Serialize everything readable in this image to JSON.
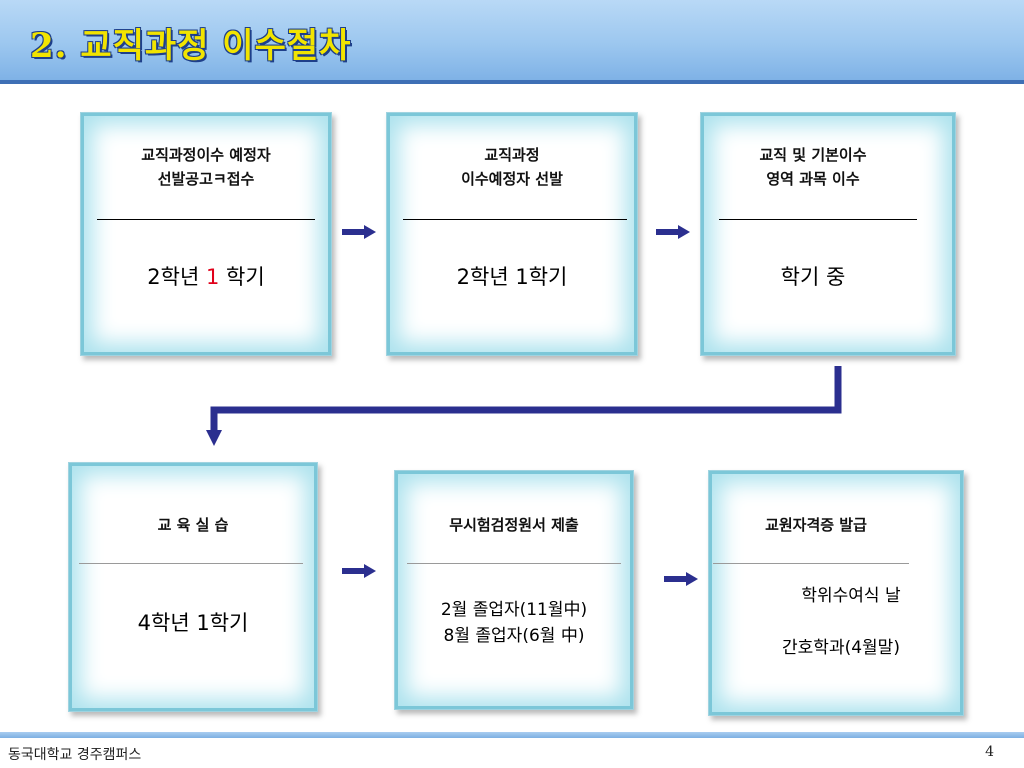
{
  "header": {
    "title": "2. 교직과정 이수절차"
  },
  "steps": [
    {
      "title_line1": "교직과정이수 예정자",
      "title_line2": "선발공고ㅋ접수",
      "body_pre": "2학년 ",
      "body_highlight": "1",
      "body_post": "학기",
      "highlight_color": "#e0001a"
    },
    {
      "title_line1": "교직과정",
      "title_line2": "이수예정자 선발",
      "body": "2학년  1학기"
    },
    {
      "title_line1": "교직 및 기본이수",
      "title_line2": "영역 과목 이수",
      "body": "학기  중"
    },
    {
      "title_line1": "교 육 실 습",
      "body": "4학년  1학기"
    },
    {
      "title_line1": "무시험검정원서 제출",
      "body_line1": "2월  졸업자(11월中)",
      "body_line2": "8월  졸업자(6월  中)"
    },
    {
      "title_line1": "교원자격증 발급",
      "body_line1": "학위수여식  날",
      "body_line2": "간호학과(4월말)"
    }
  ],
  "colors": {
    "arrow": "#2b2f8f",
    "title_text": "#f2e400",
    "title_outline": "#1e3f8a",
    "box_glow": "#aee3ee"
  },
  "footer": {
    "left": "동국대학교 경주캠퍼스",
    "page_number": "4"
  }
}
